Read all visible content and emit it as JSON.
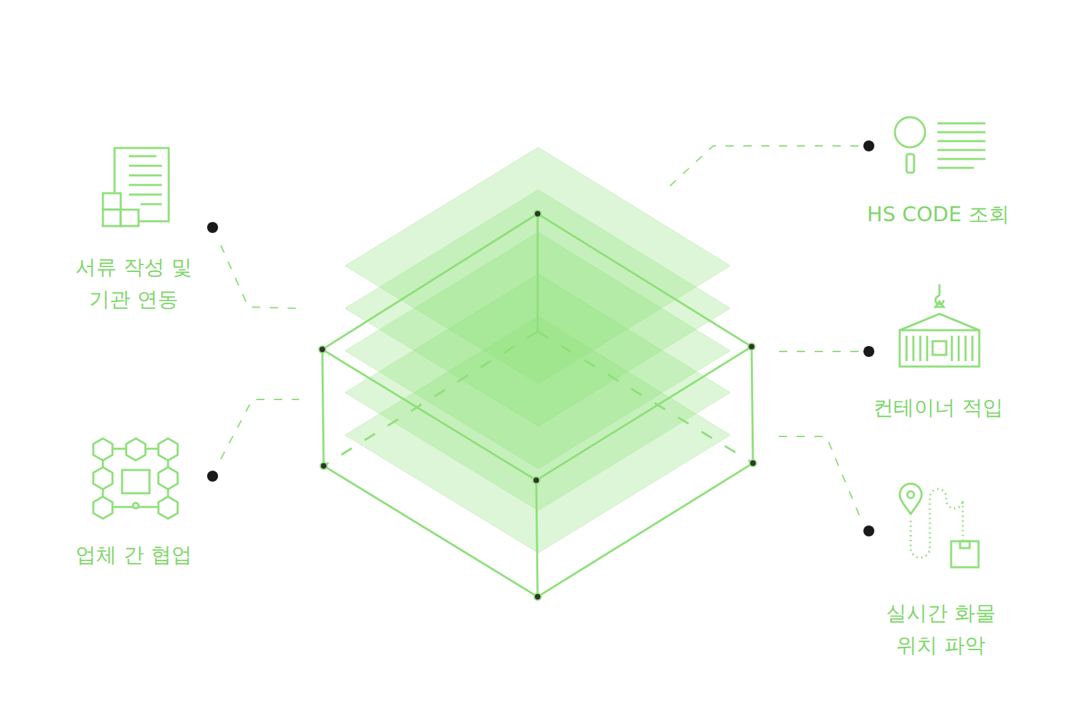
{
  "diagram": {
    "labels": [
      "서류 작성 및 기관 연동",
      "업체 간 협업",
      "HS CODE 조회",
      "컨테이너 적입",
      "실시간 화물 위치 파악"
    ]
  }
}
